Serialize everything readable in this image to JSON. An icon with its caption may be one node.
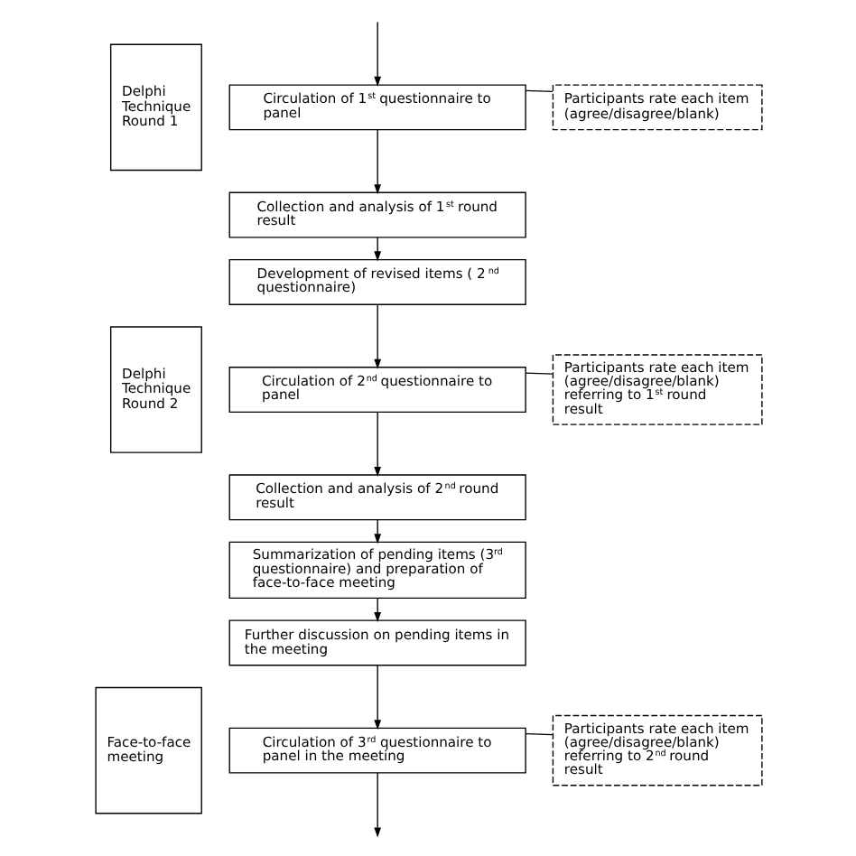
{
  "diagram": {
    "nodes": [
      {
        "text": [
          "Delphi Technique Round 1"
        ]
      },
      {
        "text": [
          "Circulation of 1$^{st}$ questionnaire to panel"
        ]
      },
      {
        "text": [
          "Participants rate each item (agree/disagree/blank)"
        ]
      },
      {
        "text": [
          "Collection and analysis of 1$^{st}$ round result"
        ]
      },
      {
        "text": [
          "Development of revised items ( 2$^{nd}$ questionnaire)"
        ]
      },
      {
        "text": [
          "Delphi Technique Round 2"
        ]
      },
      {
        "text": [
          "Circulation of 2$^{nd}$ questionnaire to panel"
        ]
      },
      {
        "text": [
          "Participants rate each item (agree/disagree/blank) referring to 1$^{st}$ round result"
        ]
      },
      {
        "text": [
          "Collection and analysis of 2$^{nd}$ round result"
        ]
      },
      {
        "text": [
          "Summarization of pending items (3$^{rd}$ questionnaire) and preparation of face-to-face meeting"
        ]
      },
      {
        "text": [
          "Face-to-face meeting"
        ]
      },
      {
        "text": [
          "Further discussion on pending items in the meeting"
        ]
      },
      {
        "text": [
          "Circulation of 3$^{rd}$ questionnaire to panel in the meeting"
        ]
      },
      {
        "text": [
          "Participants rate each item (agree/disagree/blank) referring to 2$^{nd}$ round result"
        ]
      }
    ],
    "edges": [
      {
        "from": null,
        "to": 1,
        "arrow": "to"
      },
      {
        "from": 1,
        "to": 2,
        "arrow": "none"
      },
      {
        "from": 1,
        "to": 3,
        "arrow": "to"
      },
      {
        "from": 3,
        "to": 4,
        "arrow": "to"
      },
      {
        "from": 4,
        "to": 6,
        "arrow": "to"
      },
      {
        "from": 6,
        "to": 7,
        "arrow": "none"
      },
      {
        "from": 6,
        "to": 8,
        "arrow": "to"
      },
      {
        "from": 8,
        "to": 9,
        "arrow": "to"
      },
      {
        "from": 9,
        "to": 11,
        "arrow": "to"
      },
      {
        "from": 11,
        "to": 12,
        "arrow": "to"
      },
      {
        "from": 12,
        "to": 13,
        "arrow": "none"
      },
      {
        "from": 12,
        "to": null,
        "arrow": "to"
      }
    ]
  }
}
